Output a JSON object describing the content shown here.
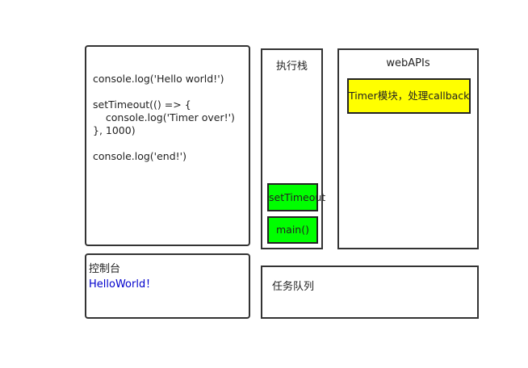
{
  "code": {
    "lines": [
      "console.log('Hello world!')",
      "",
      "setTimeout(() => {",
      "    console.log('Timer over!')",
      "}, 1000)",
      "",
      "console.log('end!')"
    ]
  },
  "console_panel": {
    "title": "控制台",
    "output": "HelloWorld！",
    "output_color": "#0000cc"
  },
  "call_stack": {
    "title": "执行栈",
    "frames": [
      "setTimeout",
      "main()"
    ],
    "frame_color": "#00ff00"
  },
  "web_apis": {
    "title": "webAPIs",
    "timer_label": "Timer模块，处理callback",
    "timer_color": "#ffff00"
  },
  "task_queue": {
    "title": "任务队列"
  }
}
